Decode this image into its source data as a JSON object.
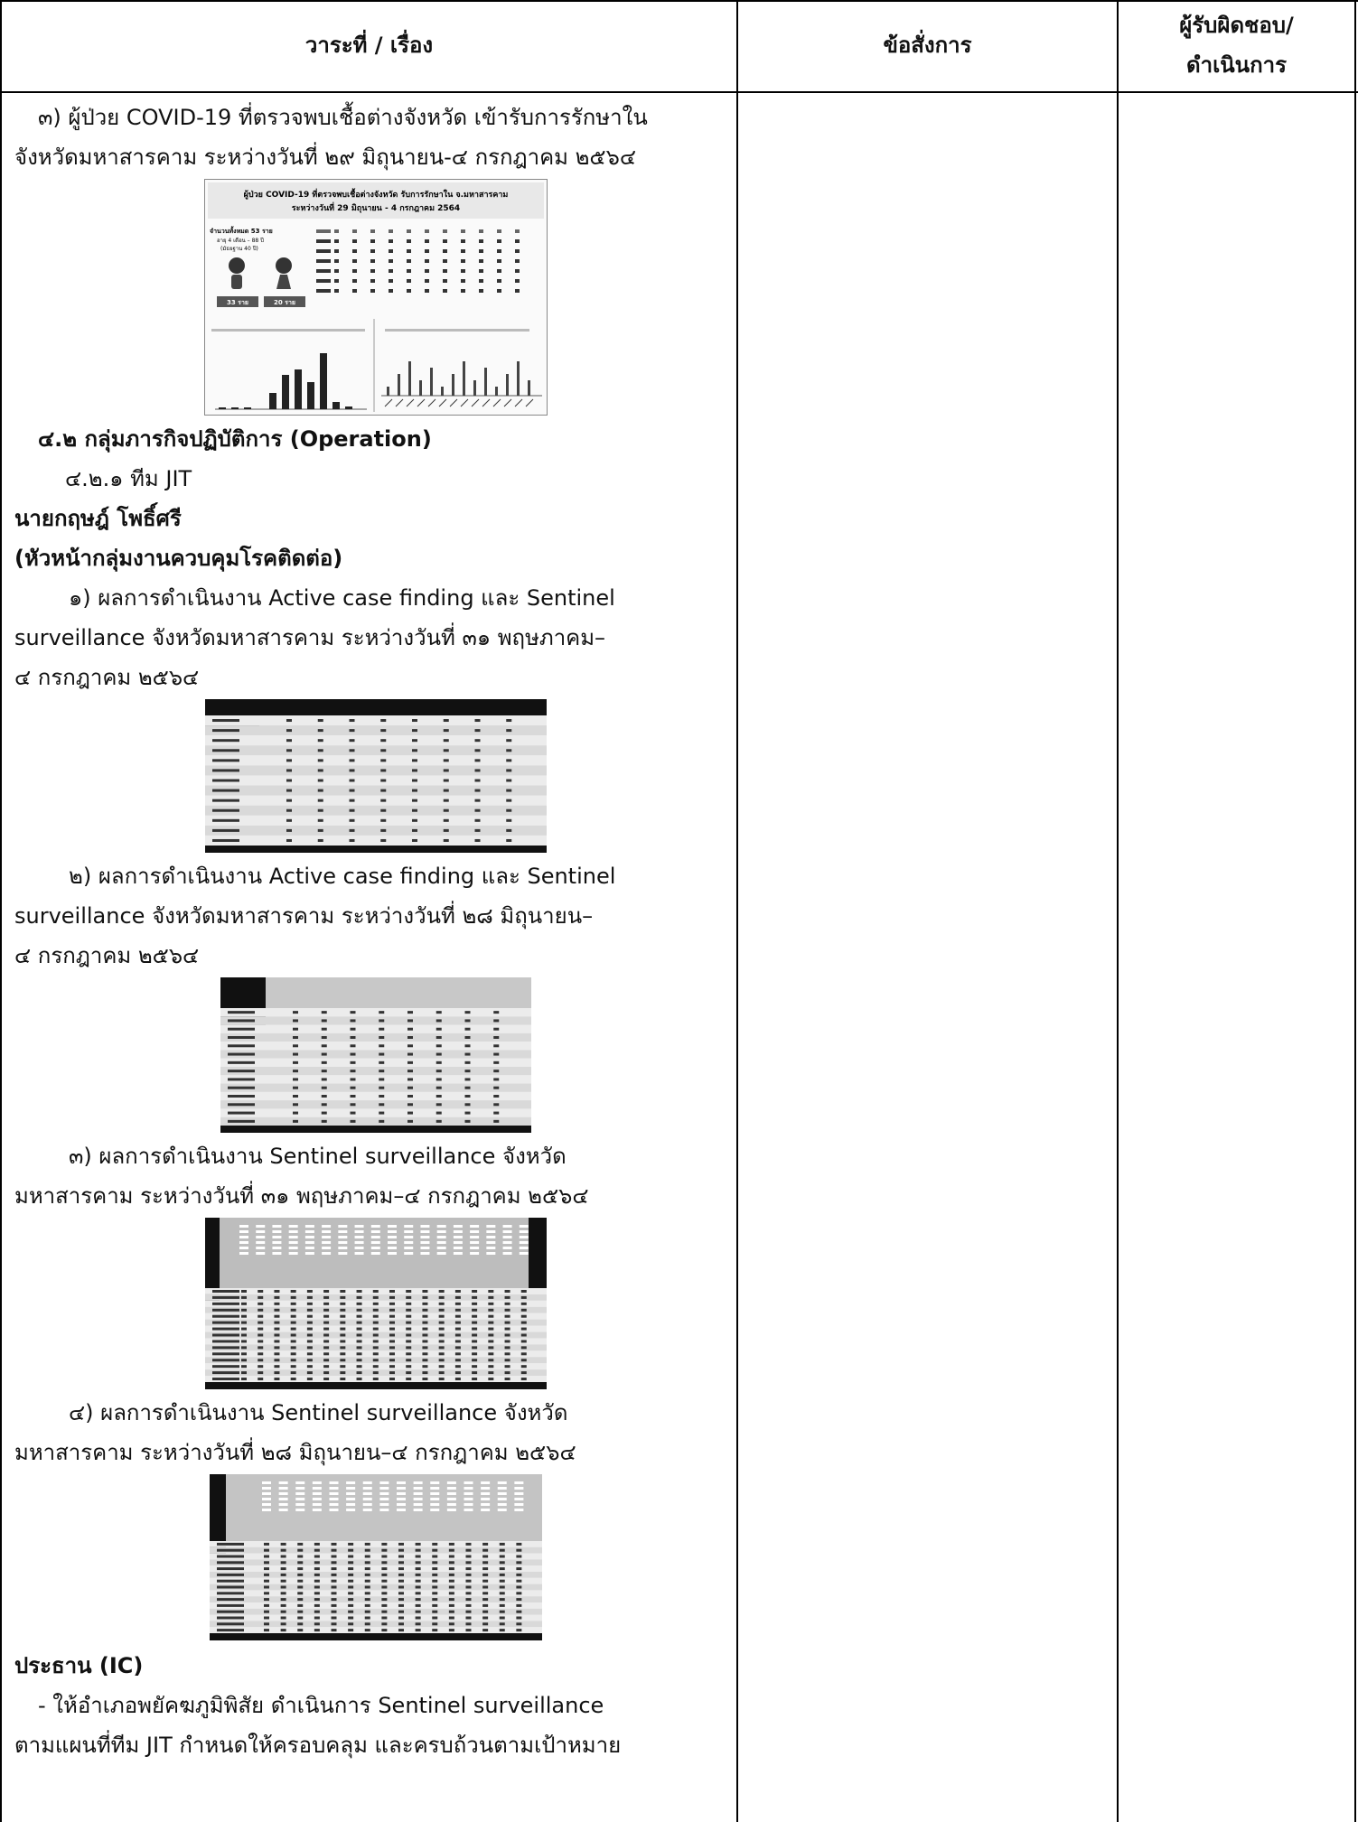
{
  "header": {
    "col1": "วาระที่ / เรื่อง",
    "col2": "ข้อสั่งการ",
    "col3_line1": "ผู้รับผิดชอบ/",
    "col3_line2": "ดำเนินการ"
  },
  "body": {
    "item3_line1": "๓) ผู้ป่วย COVID-19 ที่ตรวจพบเชื้อต่างจังหวัด เข้ารับการรักษาใน",
    "item3_line2": "จังหวัดมหาสารคาม ระหว่างวันที่ ๒๙ มิถุนายน-๔ กรกฎาคม ๒๕๖๔",
    "fig1_title_line1": "ผู้ป่วย COVID-19 ที่ตรวจพบเชื้อต่างจังหวัด รับการรักษาใน จ.มหาสารคาม",
    "fig1_title_line2": "ระหว่างวันที่ 29 มิถุนายน - 4 กรกฎาคม 2564",
    "fig1_total": "จำนวนทั้งหมด 53 ราย",
    "fig1_age": "อายุ 4 เดือน – 88 ปี",
    "fig1_median": "(มัธยฐาน 40 ปี)",
    "fig1_male": "33 ราย",
    "fig1_female": "20 ราย",
    "section_42": "๔.๒ กลุ่มภารกิจปฏิบัติการ (Operation)",
    "section_421": "๔.๒.๑ ทีม JIT",
    "person_name": "นายกฤษฎ์ โพธิ์ศรี",
    "person_title": "(หัวหน้ากลุ่มงานควบคุมโรคติดต่อ)",
    "op1_line1": "๑) ผลการดำเนินงาน Active case finding และ Sentinel",
    "op1_line2": "surveillance จังหวัดมหาสารคาม ระหว่างวันที่ ๓๑ พฤษภาคม–",
    "op1_line3": "๔ กรกฎาคม ๒๕๖๔",
    "op2_line1": "๒) ผลการดำเนินงาน Active case finding และ Sentinel",
    "op2_line2": "surveillance จังหวัดมหาสารคาม ระหว่างวันที่ ๒๘ มิถุนายน–",
    "op2_line3": "๔ กรกฎาคม ๒๕๖๔",
    "op3_line1": "๓) ผลการดำเนินงาน Sentinel surveillance จังหวัด",
    "op3_line2": "มหาสารคาม ระหว่างวันที่ ๓๑ พฤษภาคม–๔ กรกฎาคม ๒๕๖๔",
    "op4_line1": "๔) ผลการดำเนินงาน Sentinel surveillance จังหวัด",
    "op4_line2": "มหาสารคาม ระหว่างวันที่ ๒๘ มิถุนายน–๔ กรกฎาคม ๒๕๖๔",
    "chair": "ประธาน (IC)",
    "chair_line1": "- ให้อำเภอพยัคฆภูมิพิสัย ดำเนินการ Sentinel surveillance",
    "chair_line2": "ตามแผนที่ทีม JIT กำหนดให้ครอบคลุม และครบถ้วนตามเป้าหมาย"
  },
  "colors": {
    "line": "#000000",
    "table_header": "#111111"
  }
}
